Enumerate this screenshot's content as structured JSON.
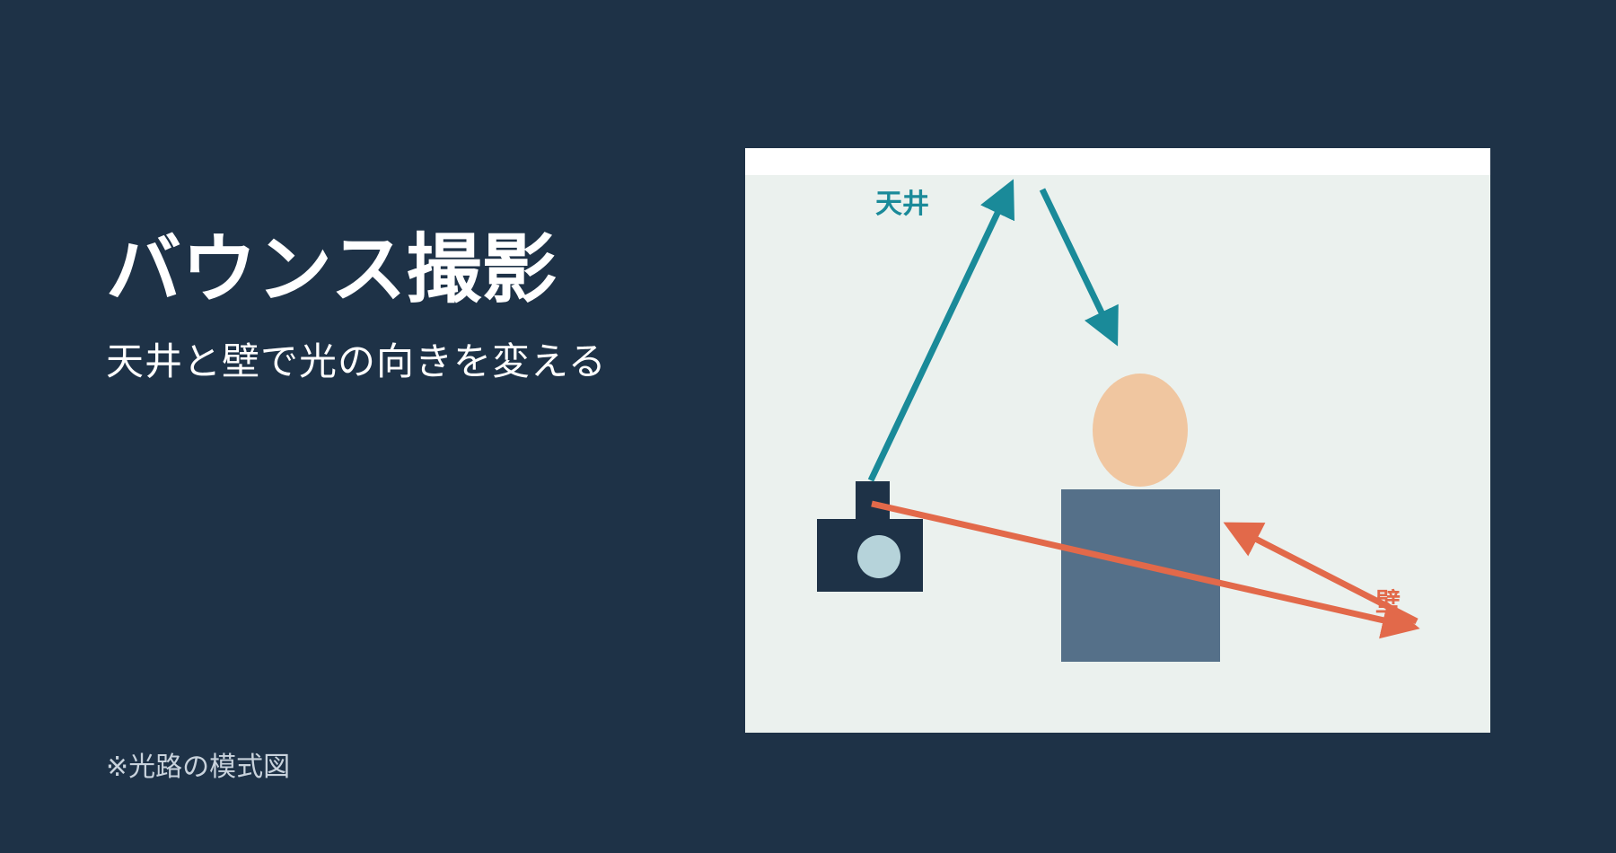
{
  "title": "バウンス撮影",
  "subtitle": "天井と壁で光の向きを変える",
  "footnote": "※光路の模式図",
  "diagram": {
    "ceiling_label": "天井",
    "wall_label": "壁",
    "colors": {
      "background": "#1e3247",
      "room": "#ebf1ee",
      "ceiling": "#ffffff",
      "ceiling_light_path": "#1a8a99",
      "wall_light_path": "#e2694a",
      "camera": "#1e3247",
      "camera_lens": "#b6d3da",
      "subject_head": "#f0c6a0",
      "subject_body": "#557089"
    },
    "icons": [
      "camera-icon",
      "person-figure"
    ]
  }
}
